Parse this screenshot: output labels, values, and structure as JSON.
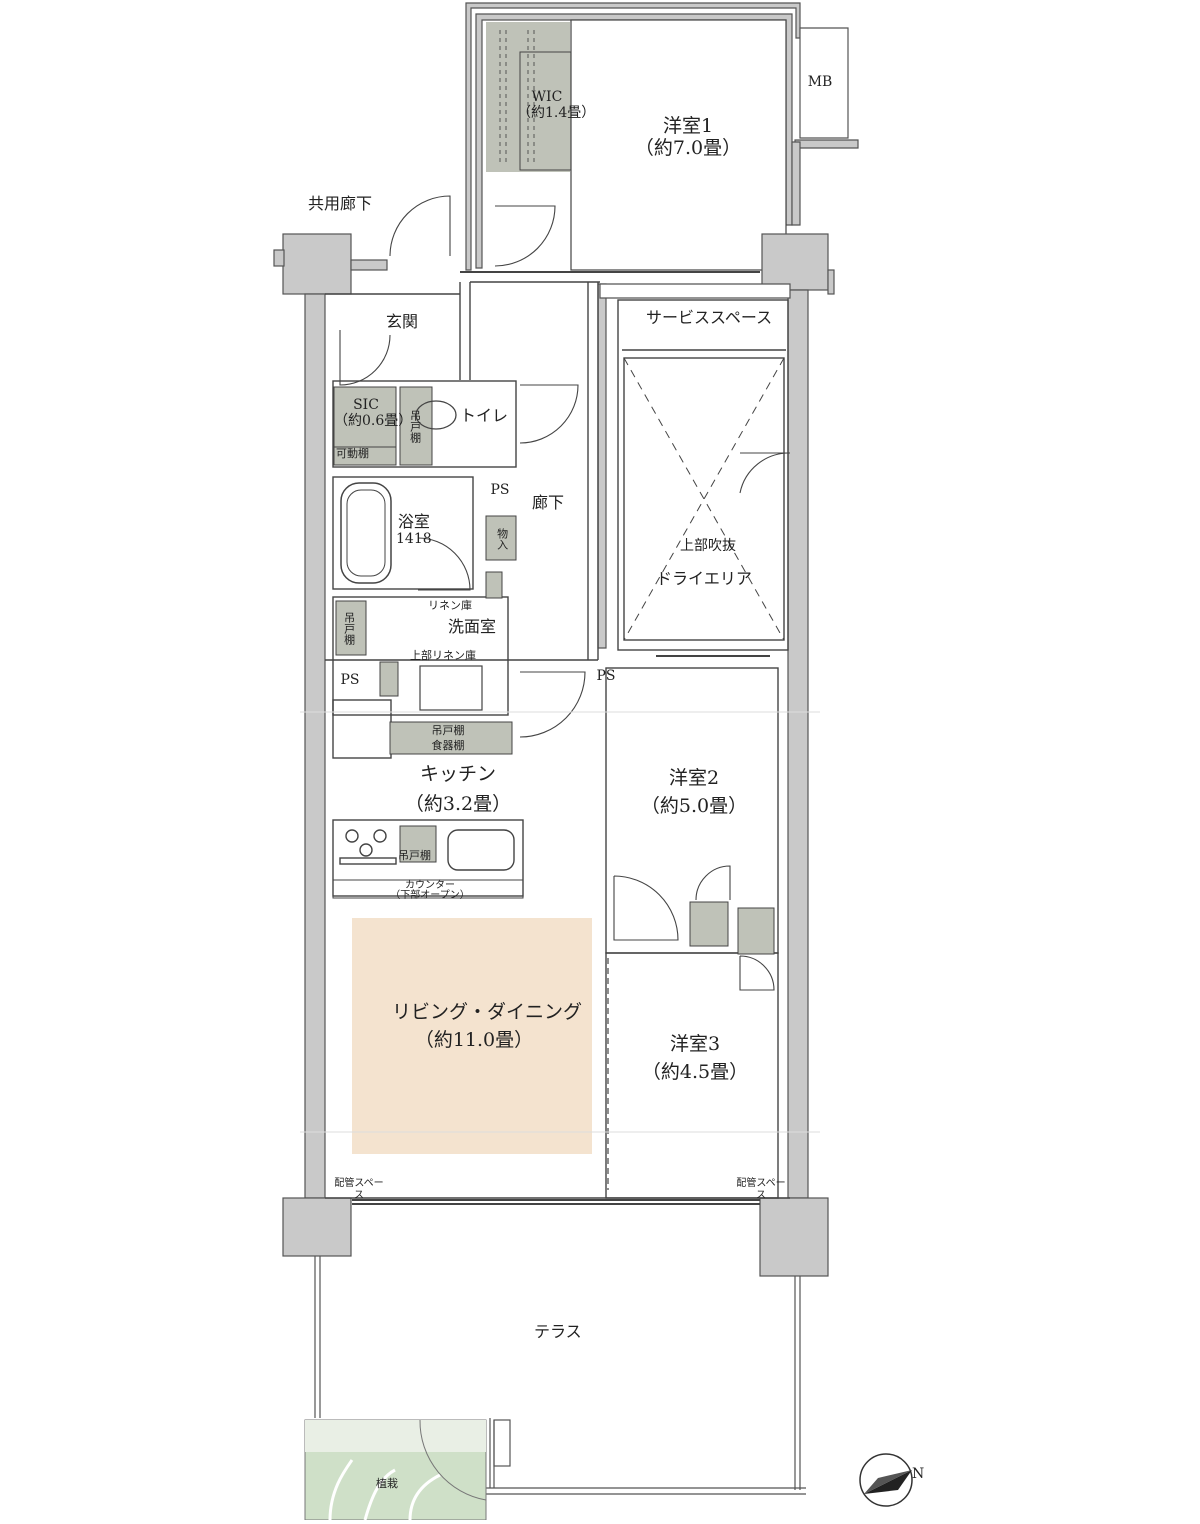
{
  "colors": {
    "wall": "#c9c9c9",
    "wall_stroke": "#555555",
    "storage": "#bfc2b8",
    "living_highlight": "#f4e3cf",
    "line": "#444444",
    "planting": "#cfe0c8"
  },
  "rooms": {
    "western_room_1": {
      "name": "洋室1",
      "size": "（約7.0畳）"
    },
    "western_room_2": {
      "name": "洋室2",
      "size": "（約5.0畳）"
    },
    "western_room_3": {
      "name": "洋室3",
      "size": "（約4.5畳）"
    },
    "kitchen": {
      "name": "キッチン",
      "size": "（約3.2畳）"
    },
    "living_dining": {
      "name": "リビング・ダイニング",
      "size": "（約11.0畳）"
    },
    "wic": {
      "name": "WIC",
      "size": "（約1.4畳）"
    },
    "sic": {
      "name": "SIC",
      "size": "（約0.6畳）"
    },
    "bathroom": {
      "name": "浴室",
      "size": "1418"
    },
    "washroom": {
      "name": "洗面室"
    },
    "toilet": {
      "name": "トイレ"
    },
    "entrance": {
      "name": "玄関"
    },
    "hallway": {
      "name": "廊下"
    },
    "service_space": {
      "name": "サービススペース"
    },
    "dry_area": {
      "name": "ドライエリア",
      "note": "上部吹抜"
    },
    "terrace": {
      "name": "テラス"
    }
  },
  "labels": {
    "common_corridor": "共用廊下",
    "mb": "MB",
    "ps_1": "PS",
    "ps_2": "PS",
    "ps_3": "PS",
    "movable_shelf": "可動棚",
    "linen": "リネン庫",
    "upper_linen": "上部リネン庫",
    "storage": "物入",
    "hanging_cabinet": "吊戸棚",
    "wall_cabinet_kitchen": "吊戸棚",
    "cupboard": "食器棚",
    "counter": "カウンター",
    "counter_note": "（下部オープン）",
    "pipe_space_left": "配管スペース",
    "pipe_space_right": "配管スペース",
    "planting": "植栽",
    "north": "N"
  }
}
